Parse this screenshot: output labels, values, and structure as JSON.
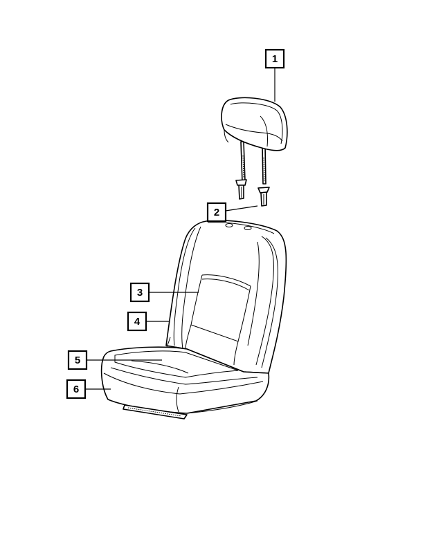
{
  "callouts": [
    {
      "id": "1",
      "label": "1"
    },
    {
      "id": "2",
      "label": "2"
    },
    {
      "id": "3",
      "label": "3"
    },
    {
      "id": "4",
      "label": "4"
    },
    {
      "id": "5",
      "label": "5"
    },
    {
      "id": "6",
      "label": "6"
    }
  ],
  "parts": {
    "headrest": "headrest-drawing",
    "guides": "headrest-guide-drawing",
    "seat": "seat-assembly-drawing"
  }
}
